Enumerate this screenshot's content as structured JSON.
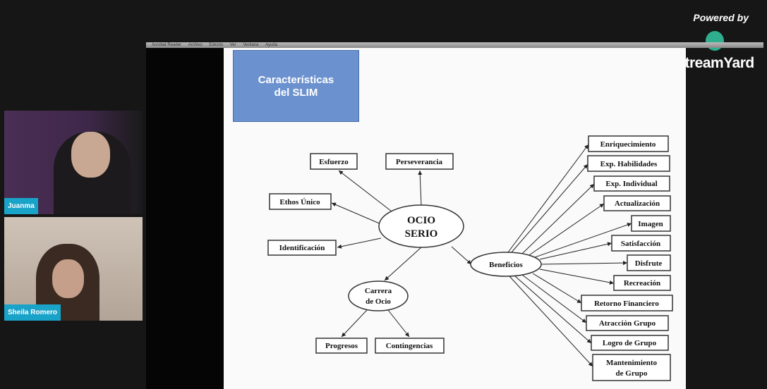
{
  "branding": {
    "powered_by": "Powered by",
    "logo": "StreamYard"
  },
  "menubar": {
    "items": [
      "Acrobat Reader",
      "Archivo",
      "Edición",
      "Ver",
      "Ventana",
      "Ayuda"
    ]
  },
  "participants": [
    {
      "name": "Juanma"
    },
    {
      "name": "Sheila Romero"
    }
  ],
  "slide": {
    "title_line1": "Características",
    "title_line2": "del SLIM",
    "center_line1": "OCIO",
    "center_line2": "SERIO",
    "left_nodes": [
      "Esfuerzo",
      "Perseverancia",
      "Ethos Único",
      "Identificación"
    ],
    "career_line1": "Carrera",
    "career_line2": "de Ocio",
    "career_nodes": [
      "Progresos",
      "Contingencias"
    ],
    "benefits": "Beneficios",
    "benefit_nodes": [
      "Enriquecimiento",
      "Exp. Habilidades",
      "Exp. Individual",
      "Actualización",
      "Imagen",
      "Satisfacción",
      "Disfrute",
      "Recreación",
      "Retorno Financiero",
      "Atracción Grupo",
      "Logro de Grupo"
    ],
    "last_benefit_line1": "Mantenimiento",
    "last_benefit_line2": "de Grupo"
  }
}
